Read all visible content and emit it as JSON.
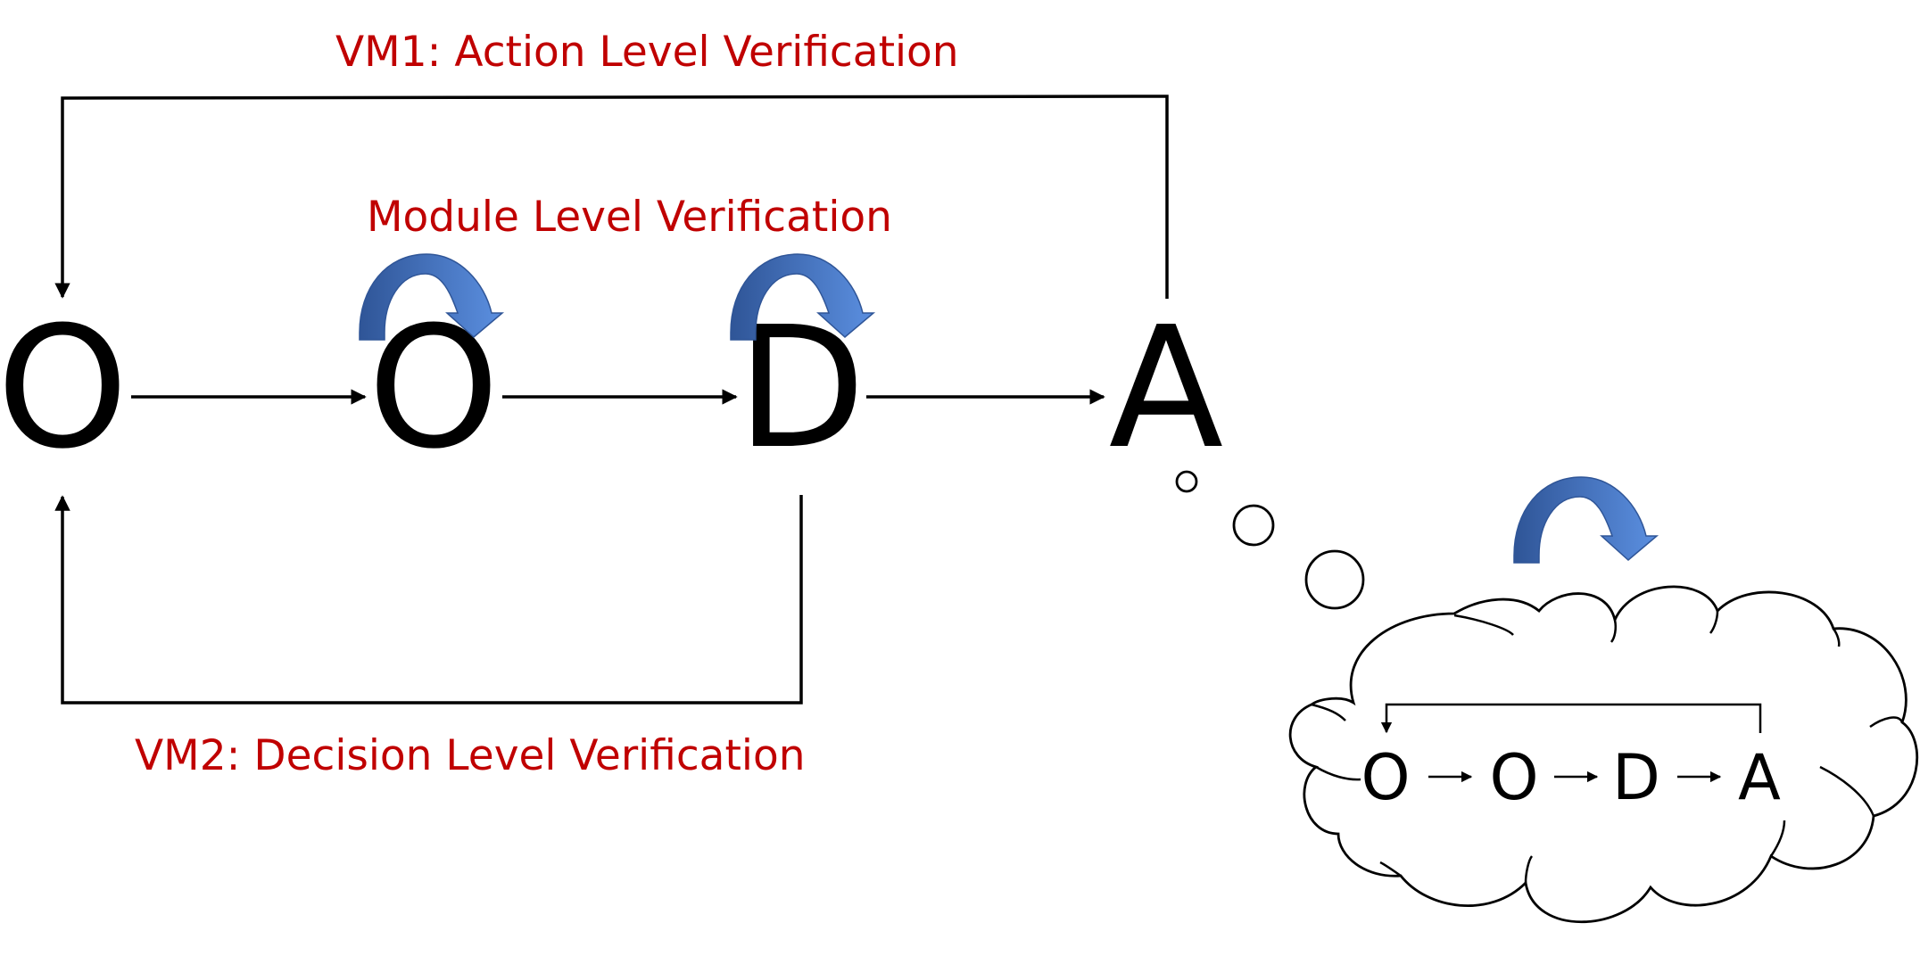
{
  "labels": {
    "vm1": "VM1: Action Level Verification",
    "module": "Module Level Verification",
    "vm2": "VM2: Decision Level Verification"
  },
  "main_loop": [
    "O",
    "O",
    "D",
    "A"
  ],
  "cloud_loop": [
    "O",
    "O",
    "D",
    "A"
  ],
  "colors": {
    "label_red": "#c00000",
    "curved_arrow_blue": "#4472c4",
    "curved_arrow_dark": "#2f5597",
    "line": "#000000"
  }
}
